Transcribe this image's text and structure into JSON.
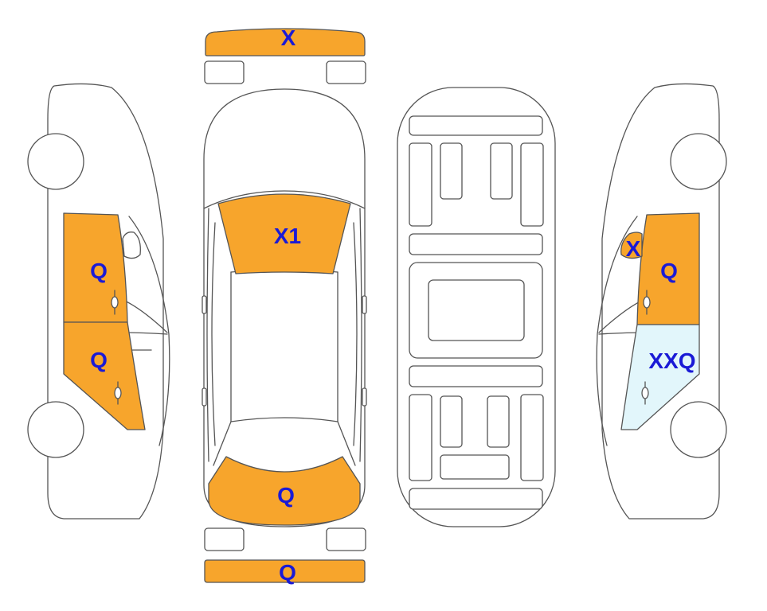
{
  "colors": {
    "damaged": "#F7A52C",
    "highlight": "#E2F6FB",
    "outline": "#555555",
    "label": "#1A1AD6"
  },
  "markers": {
    "front_bumper": "X",
    "hood": "X1",
    "trunk": "Q",
    "rear_bumper": "Q",
    "left_front_door": "Q",
    "left_rear_door": "Q",
    "right_mirror": "X",
    "right_front_door": "Q",
    "right_rear_door": "XXQ"
  }
}
